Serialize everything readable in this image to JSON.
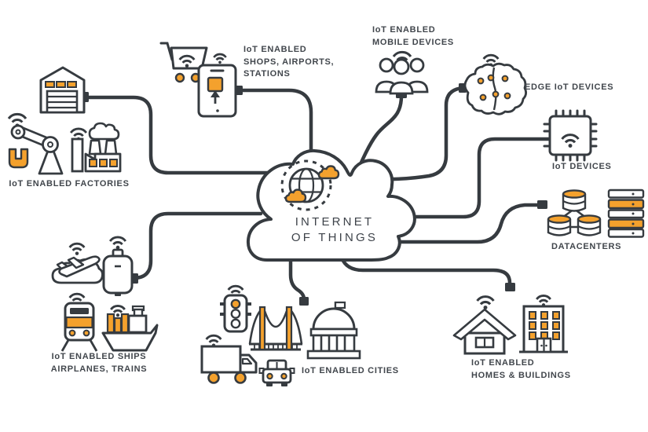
{
  "diagram_title": "Internet of Things concept map",
  "colors": {
    "accent": "#F4A12D",
    "ink": "#363B40",
    "text": "#41464C",
    "background": "#FFFFFF"
  },
  "cloud": {
    "title_line1": "INTERNET",
    "title_line2": "OF THINGS"
  },
  "labels": {
    "factories": {
      "l1": "IoT ENABLED FACTORIES"
    },
    "shops": {
      "l1": "IoT ENABLED",
      "l2": "SHOPS, AIRPORTS,",
      "l3": "STATIONS"
    },
    "mobile": {
      "l1": "IoT ENABLED",
      "l2": "MOBILE DEVICES"
    },
    "edge": {
      "l1": "EDGE IoT DEVICES"
    },
    "devices": {
      "l1": "IoT DEVICES"
    },
    "datacenters": {
      "l1": "DATACENTERS"
    },
    "homes": {
      "l1": "IoT ENABLED",
      "l2": "HOMES & BUILDINGS"
    },
    "cities": {
      "l1": "IoT ENABLED CITIES"
    },
    "ships": {
      "l1": "IoT ENABLED SHIPS",
      "l2": "AIRPLANES, TRAINS"
    }
  },
  "icons": [
    "globe-with-clouds-icon",
    "warehouse-icon",
    "robot-arm-icon",
    "factory-icon",
    "shopping-cart-icon",
    "smartphone-icon",
    "people-group-icon",
    "brain-icon",
    "microchip-icon",
    "database-icon",
    "server-rack-icon",
    "house-icon",
    "building-icon",
    "traffic-light-icon",
    "bridge-icon",
    "capitol-icon",
    "truck-icon",
    "car-icon",
    "airplane-icon",
    "luggage-icon",
    "train-icon",
    "ship-icon",
    "wifi-icon"
  ]
}
